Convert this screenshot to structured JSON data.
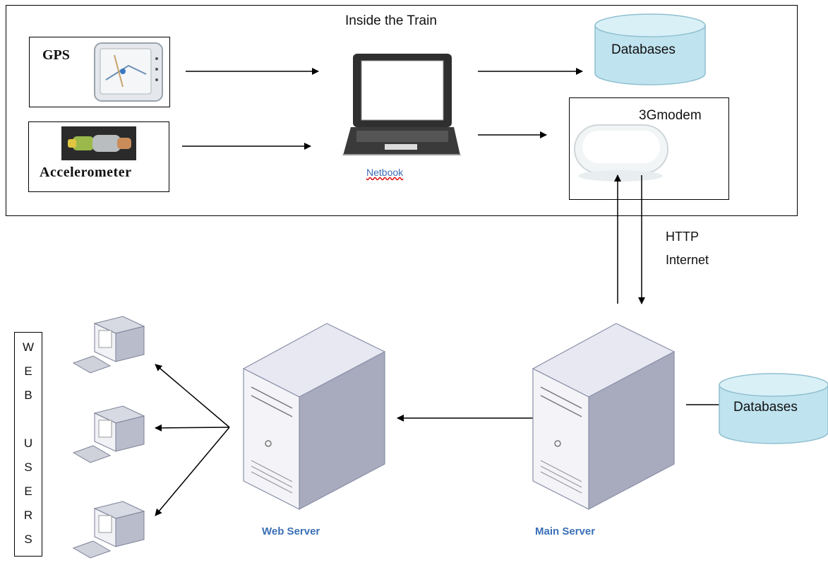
{
  "train": {
    "title": "Inside the Train",
    "gps_label": "GPS",
    "accelerometer_label": "Accelerometer",
    "netbook_label": "Netbook",
    "databases_label": "Databases",
    "modem_label": "3Gmodem"
  },
  "link": {
    "line1": "HTTP",
    "line2": "Internet"
  },
  "servers": {
    "web_server_label": "Web Server",
    "main_server_label": "Main Server",
    "databases_label": "Databases"
  },
  "web_users": {
    "letters": [
      "W",
      "E",
      "B",
      "",
      "U",
      "S",
      "E",
      "R",
      "S"
    ]
  },
  "colors": {
    "db_fill": "#bfe3ef",
    "db_top": "#d9f0f7",
    "label_blue": "#3b6fb6"
  }
}
